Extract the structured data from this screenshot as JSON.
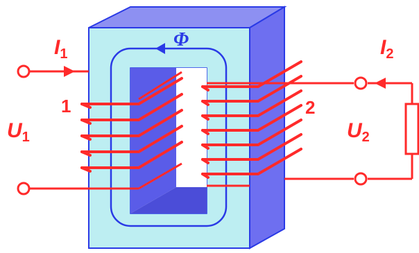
{
  "labels": {
    "current_primary": {
      "symbol": "I",
      "sub": "1"
    },
    "current_secondary": {
      "symbol": "I",
      "sub": "2"
    },
    "voltage_primary": {
      "symbol": "U",
      "sub": "1"
    },
    "voltage_secondary": {
      "symbol": "U",
      "sub": "2"
    },
    "flux": "Φ",
    "winding_primary": "1",
    "winding_secondary": "2"
  },
  "colors": {
    "wire": "#ff2a2a",
    "core_face": "#bdeef2",
    "core_side": "#6e6ff0",
    "core_top": "#8d90f2",
    "core_outline": "#2a3ae6",
    "flux_path": "#2a3ae6",
    "window_inner": "#5a5ce8"
  },
  "icons": {
    "terminal": "terminal-circle-icon",
    "current_arrow": "arrow-right-icon",
    "flux_arrow": "arrow-left-icon",
    "load": "resistor-icon"
  }
}
